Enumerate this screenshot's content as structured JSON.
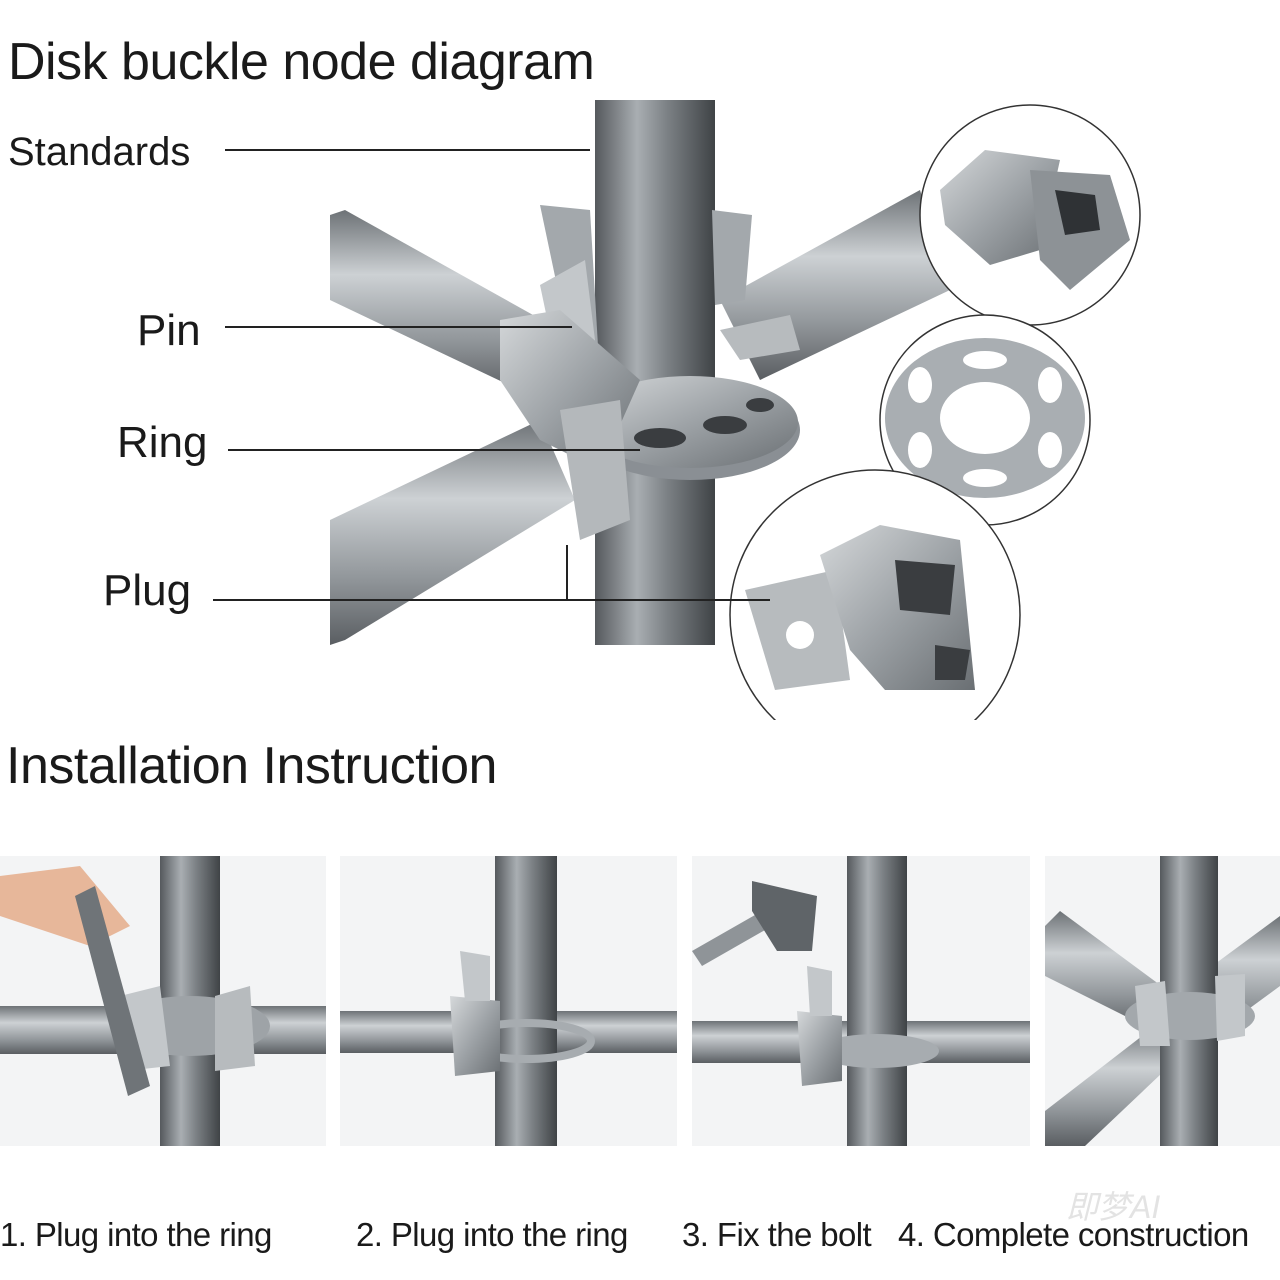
{
  "title": "Disk buckle node diagram",
  "labels": {
    "standards": "Standards",
    "pin": "Pin",
    "ring": "Ring",
    "plug": "Plug"
  },
  "installation": {
    "title": "Installation Instruction",
    "steps": [
      "1. Plug into the ring",
      "2. Plug into the ring",
      "3. Fix the bolt",
      "4. Complete construction"
    ]
  },
  "watermark": "即梦AI",
  "colors": {
    "text": "#1a1a1a",
    "steel": "#8a8f94",
    "leader": "#222222"
  }
}
